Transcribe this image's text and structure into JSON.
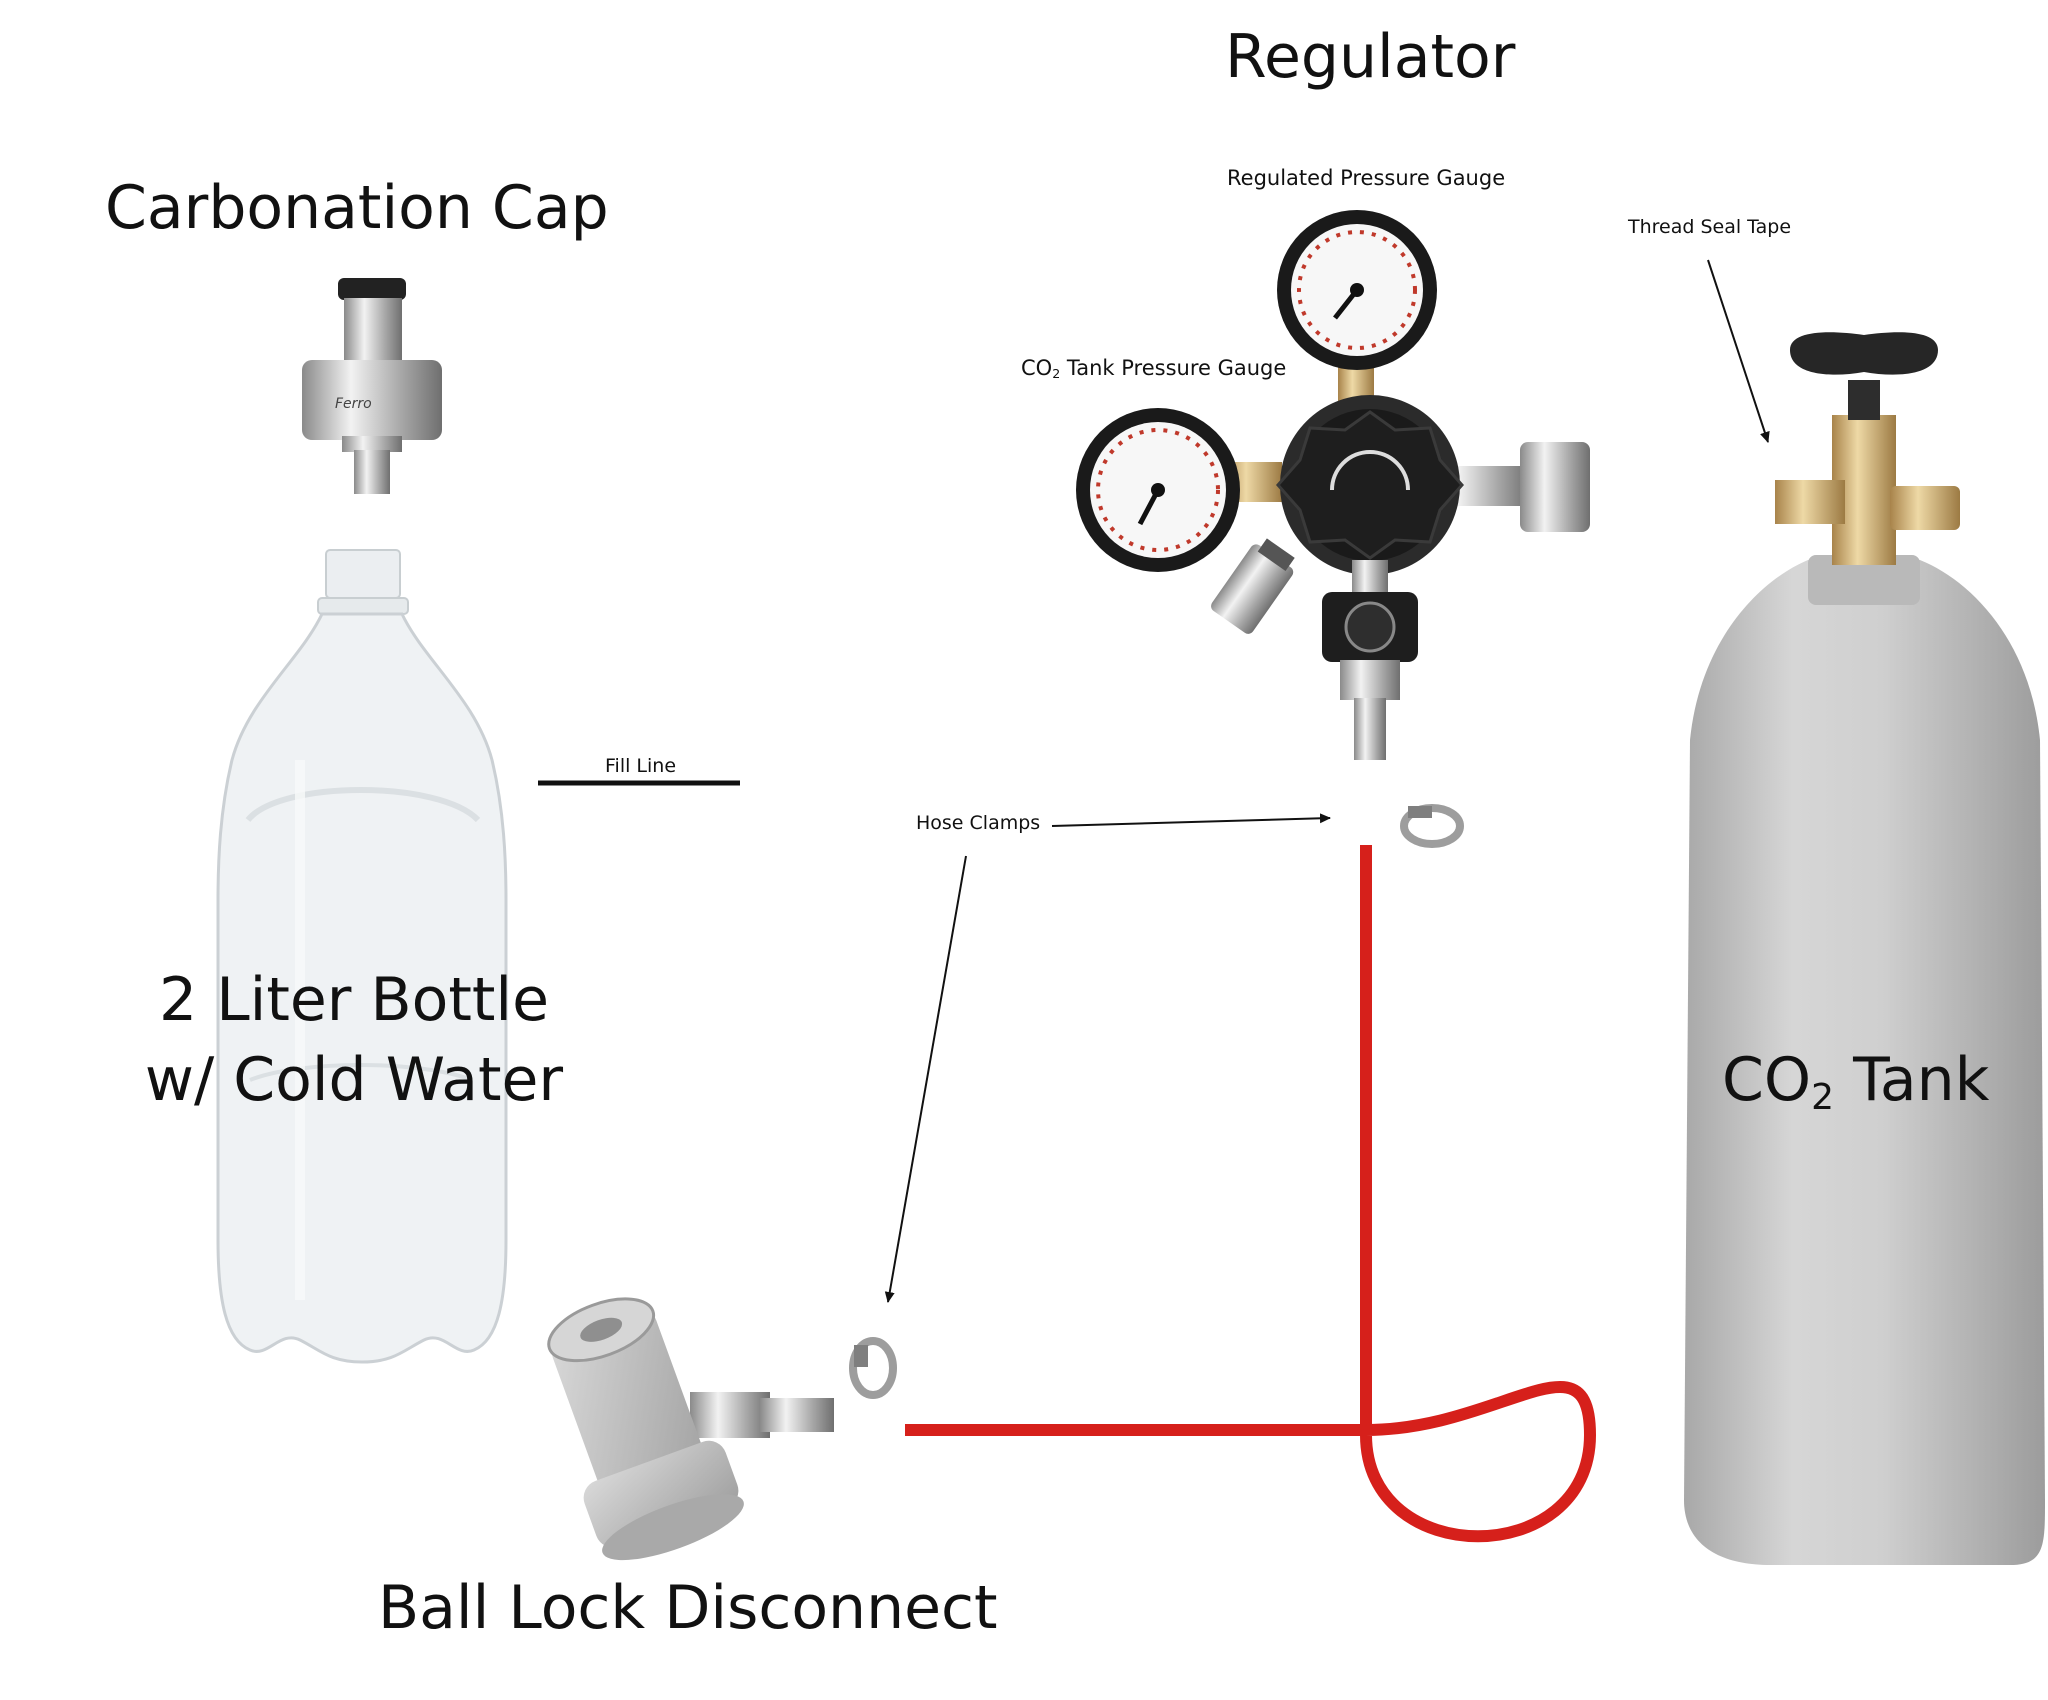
{
  "labels": {
    "regulator": "Regulator",
    "carbonation_cap": "Carbonation Cap",
    "regulated_pressure_gauge": "Regulated Pressure Gauge",
    "thread_seal_tape": "Thread Seal Tape",
    "co2_tank_pressure_gauge_prefix": "CO",
    "co2_tank_pressure_gauge_sub": "2",
    "co2_tank_pressure_gauge_suffix": " Tank Pressure Gauge",
    "fill_line": "Fill Line",
    "hose_clamps": "Hose Clamps",
    "bottle_line1": "2 Liter Bottle",
    "bottle_line2": "w/ Cold Water",
    "co2_tank_prefix": "CO",
    "co2_tank_sub": "2",
    "co2_tank_suffix": " Tank",
    "ball_lock_disconnect": "Ball Lock Disconnect",
    "cap_brand": "Ferro"
  },
  "colors": {
    "hose": "#d6201b",
    "tank": "#c9c9c9",
    "brass": "#c9a664",
    "regulator_body": "#1e1e1e",
    "disconnect": "#bdbdbd",
    "chrome": "#b5b5b5"
  },
  "icons": [
    "carbonation-cap-icon",
    "bottle-icon",
    "regulator-icon",
    "co2-tank-icon",
    "hose-icon",
    "hose-clamp-icon",
    "ball-lock-disconnect-icon"
  ]
}
